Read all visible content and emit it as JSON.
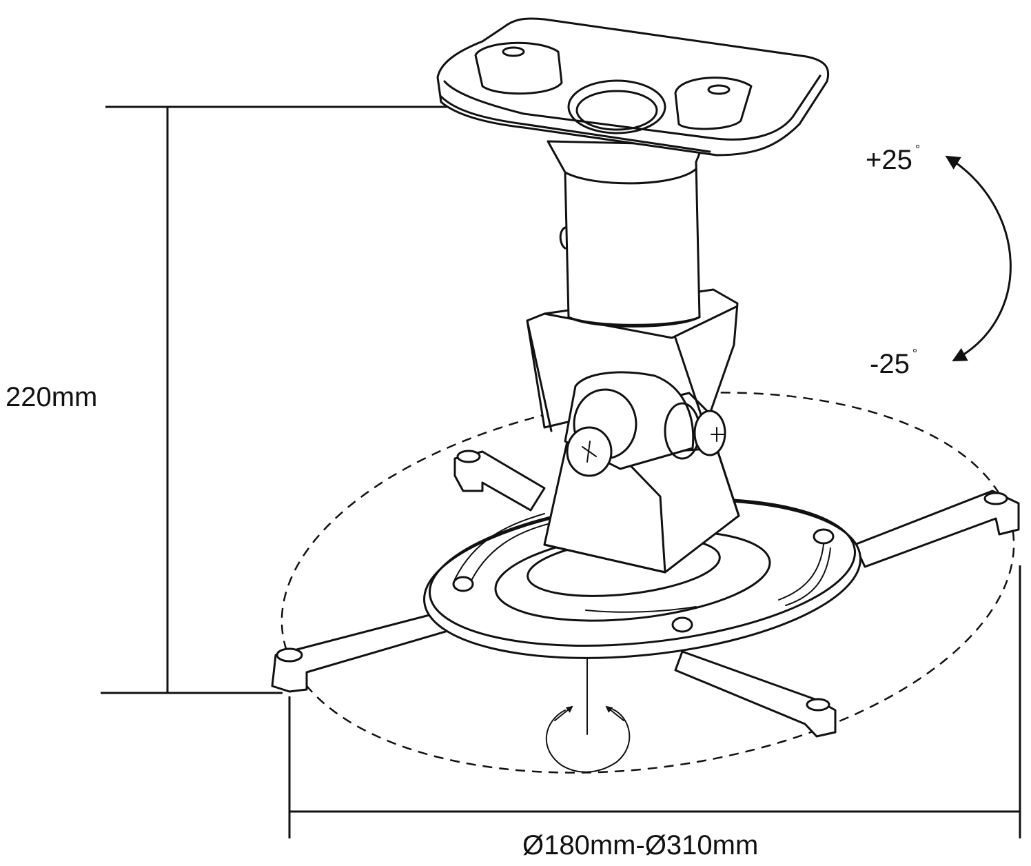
{
  "diagram": {
    "subject": "Projector ceiling mount",
    "dimensions": {
      "height_label": "220mm",
      "diameter_label": "Ø180mm-Ø310mm"
    },
    "tilt": {
      "plus_label": "+25",
      "minus_label": "-25",
      "degree_symbol": "°"
    },
    "rotation_indicator": "swivel-arrows",
    "colors": {
      "line": "#111111",
      "background": "#ffffff"
    }
  }
}
